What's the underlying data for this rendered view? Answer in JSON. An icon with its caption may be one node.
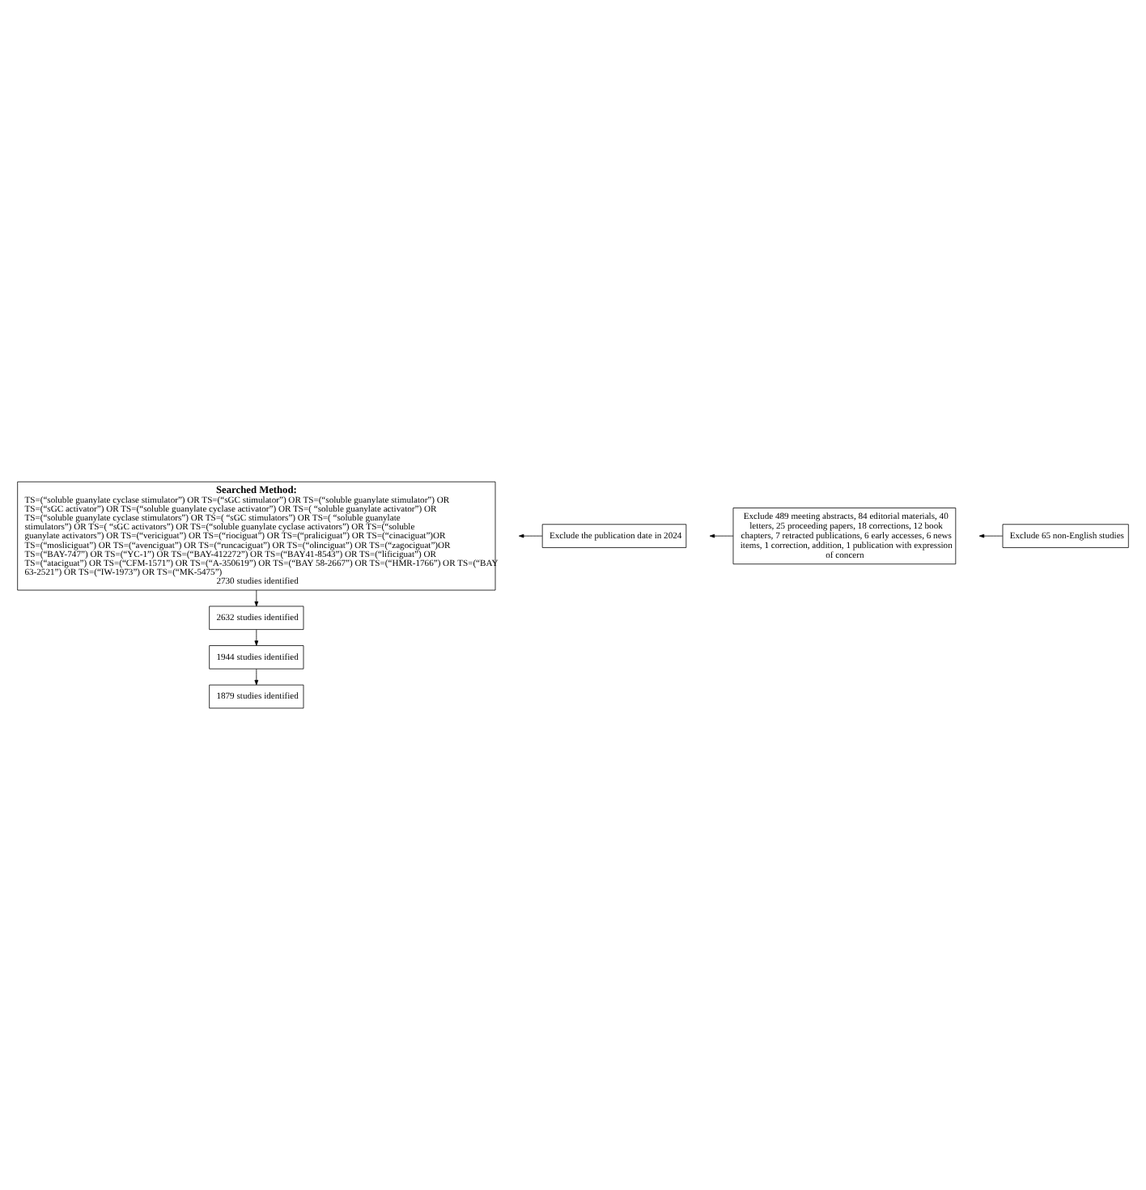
{
  "diagram": {
    "nodes": [
      {
        "text": [
          "Searched Method:",
          "TS=(“soluble guanylate cyclase stimulator”) OR TS=(“sGC stimulator”) OR TS=(“soluble guanylate stimulator”) OR TS=(“sGC activator”) OR TS=(“soluble guanylate cyclase activator”) OR TS=( “soluble guanylate activator”) OR TS=(“soluble guanylate cyclase stimulators”) OR TS=( “sGC stimulators”) OR TS=( “soluble guanylate stimulators”) OR TS=( “sGC activators”) OR TS=(“soluble guanylate cyclase activators”) OR TS=(“soluble guanylate activators”) OR TS=(“vericiguat”) OR TS=(“riociguat”) OR TS=(“praliciguat”) OR TS=(“cinaciguat”)OR TS=(“mosliciguat”) OR TS=(“avenciguat”) OR TS=(“runcaciguat”) OR TS=(“olinciguat”) OR TS=(“zagociguat”)OR TS=(“BAY-747”) OR TS=(“YC-1”) OR TS=(“BAY-412272”) OR TS=(“BAY41-8543”) OR TS=(“lificiguat”) OR TS=(“ataciguat”) OR TS=(“CFM-1571”) OR TS=(“A-350619”) OR TS=(“BAY 58-2667”) OR TS=(“HMR-1766”) OR TS=(“BAY 63-2521”) OR TS=(“IW-1973”) OR TS=(“MK-5475”)",
          "2730 studies identified"
        ]
      },
      {
        "text": [
          "Exclude the publication date in 2024"
        ]
      },
      {
        "text": [
          "2632 studies identified"
        ]
      },
      {
        "text": [
          "Exclude 489 meeting abstracts, 84 editorial materials, 40 letters, 25 proceeding papers, 18 corrections, 12 book chapters, 7 retracted publications, 6 early accesses, 6 news items, 1 correction, addition, 1 publication with expression of concern"
        ]
      },
      {
        "text": [
          "1944 studies identified"
        ]
      },
      {
        "text": [
          "Exclude 65 non-English studies"
        ]
      },
      {
        "text": [
          "1879 studies identified"
        ]
      }
    ],
    "edges": [
      {
        "from": 0,
        "to": 2,
        "arrow": "to"
      },
      {
        "from": 1,
        "to": null,
        "arrow": "to"
      },
      {
        "from": 2,
        "to": 4,
        "arrow": "to"
      },
      {
        "from": 3,
        "to": null,
        "arrow": "to"
      },
      {
        "from": 4,
        "to": 6,
        "arrow": "to"
      },
      {
        "from": 5,
        "to": null,
        "arrow": "to"
      }
    ]
  }
}
